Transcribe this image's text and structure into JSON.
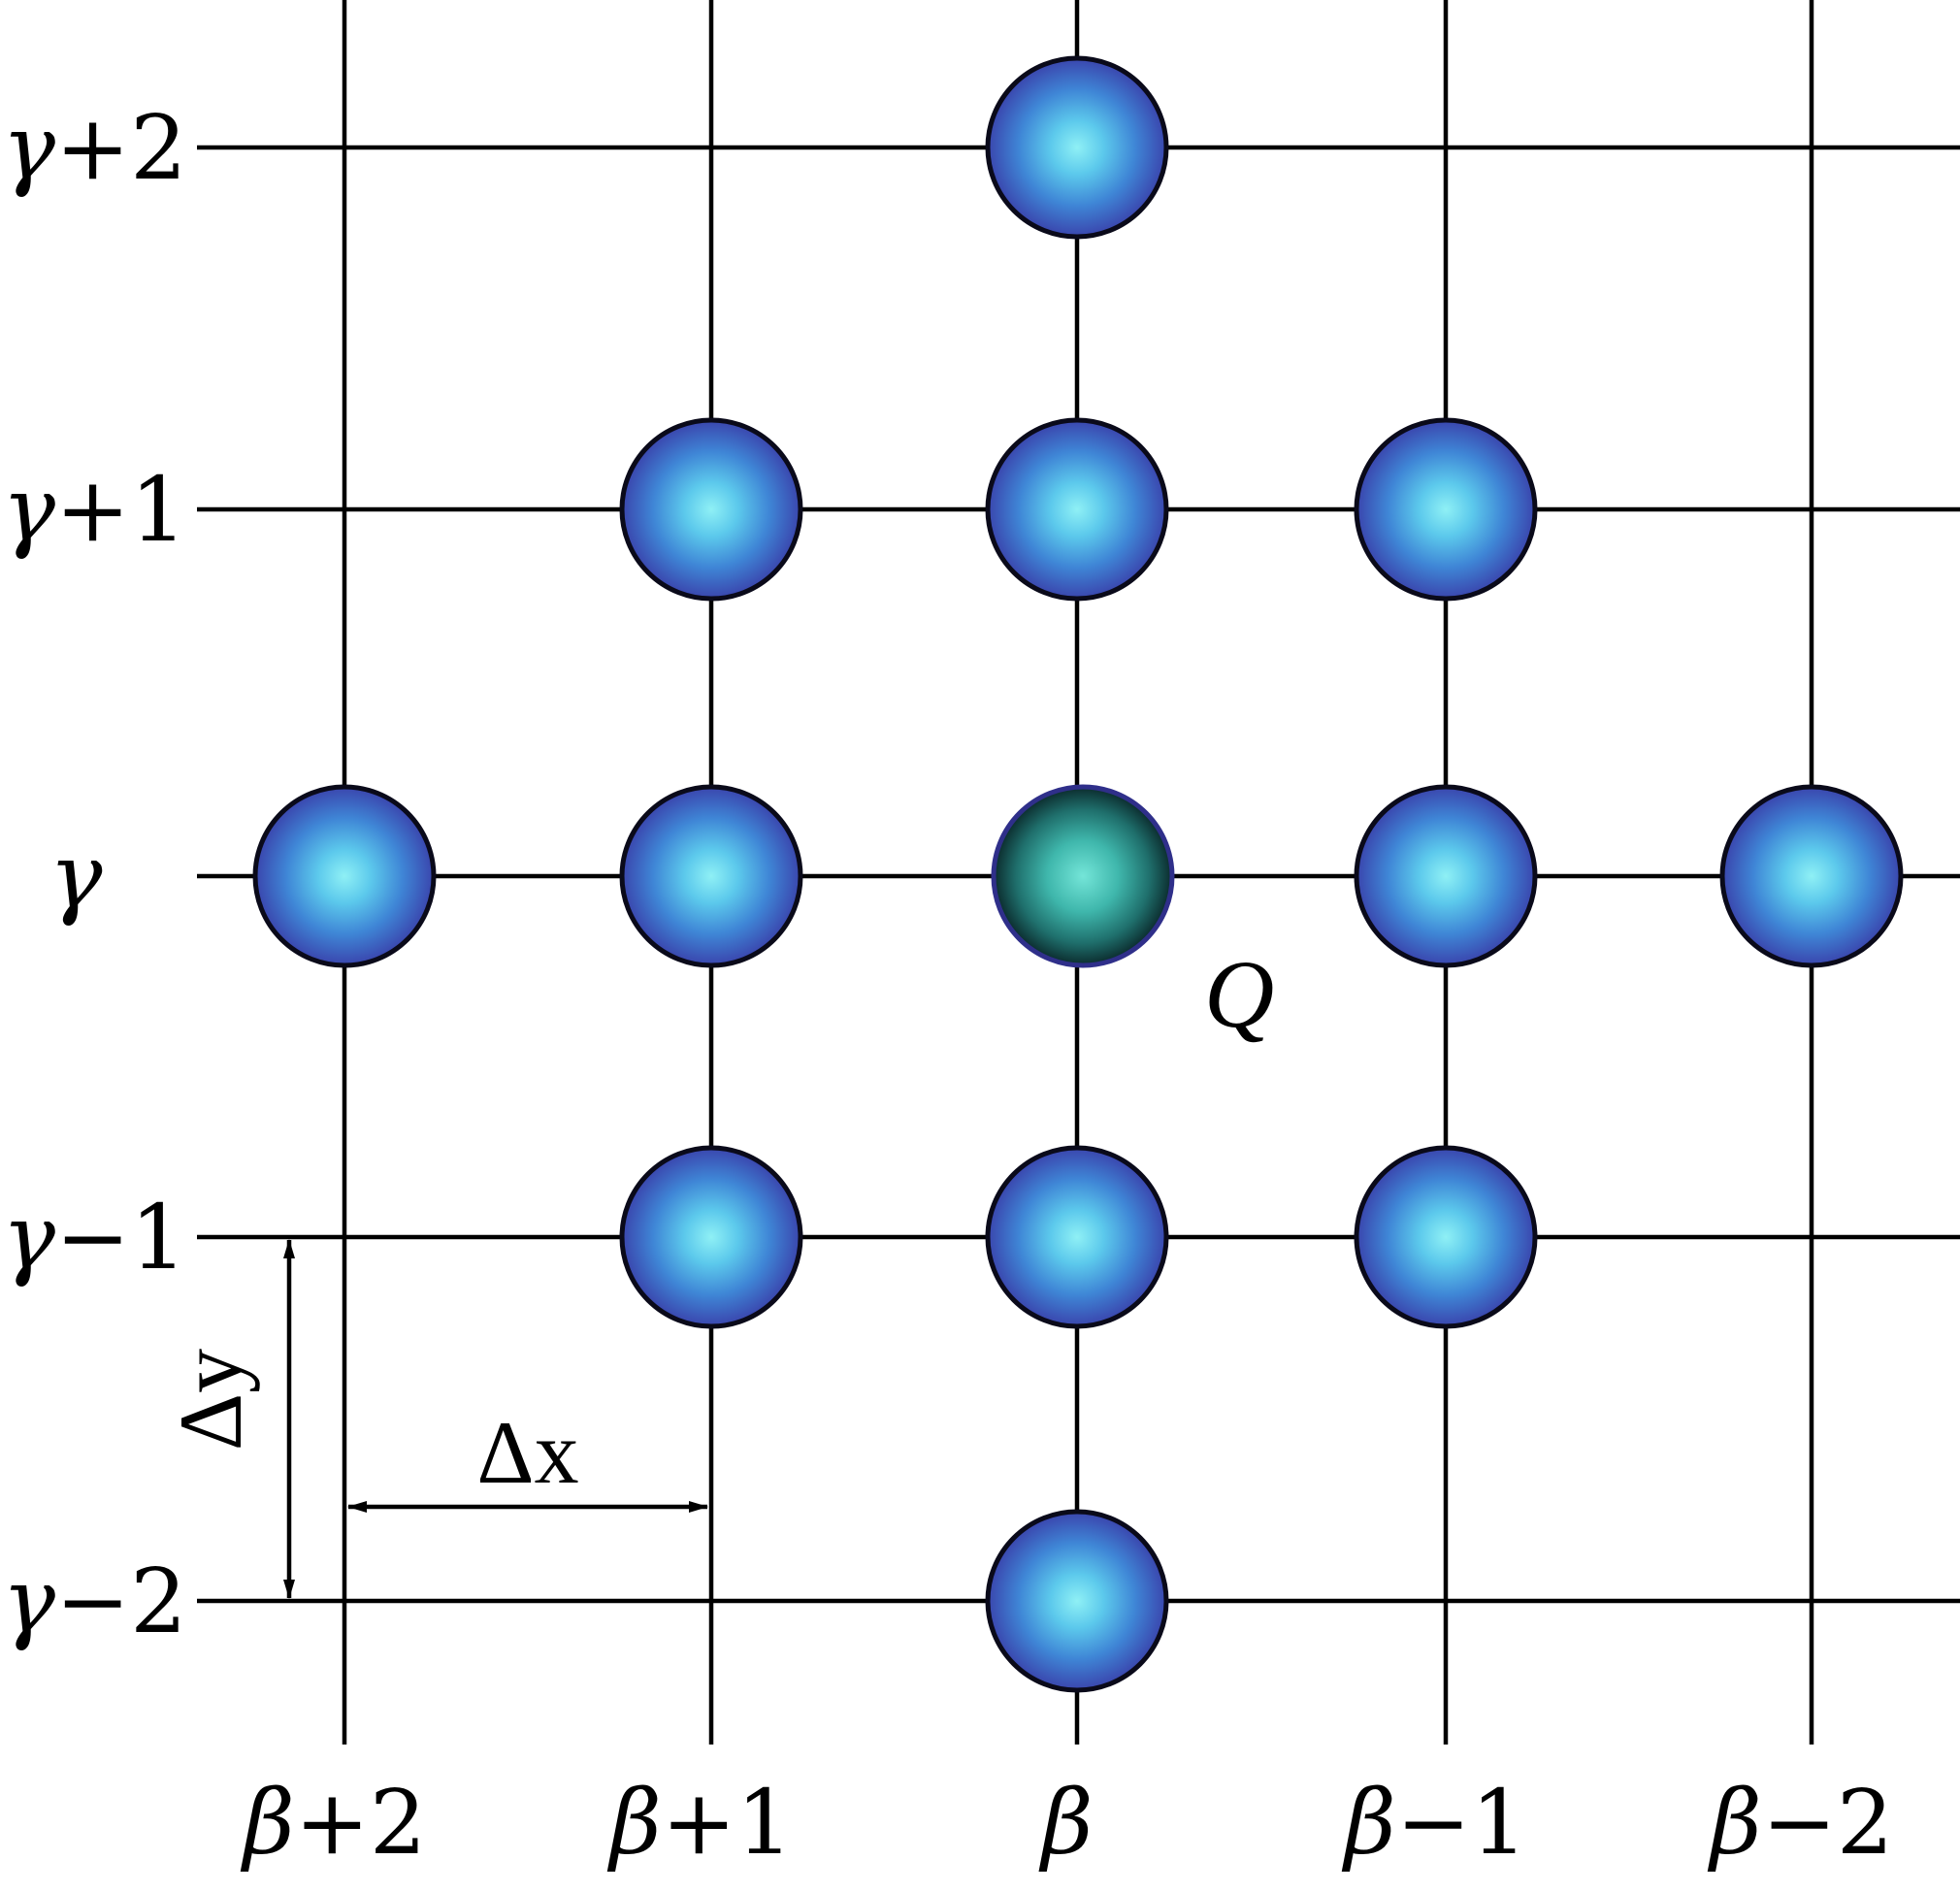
{
  "columns": [
    {
      "id": "b+2",
      "base": "β",
      "suffix": "+2"
    },
    {
      "id": "b+1",
      "base": "β",
      "suffix": "+1"
    },
    {
      "id": "b",
      "base": "β",
      "suffix": ""
    },
    {
      "id": "b-1",
      "base": "β",
      "suffix": "−1"
    },
    {
      "id": "b-2",
      "base": "β",
      "suffix": "−2"
    }
  ],
  "rows": [
    {
      "id": "g+2",
      "base": "γ",
      "suffix": "+2"
    },
    {
      "id": "g+1",
      "base": "γ",
      "suffix": "+1"
    },
    {
      "id": "g",
      "base": "γ",
      "suffix": ""
    },
    {
      "id": "g-1",
      "base": "γ",
      "suffix": "−1"
    },
    {
      "id": "g-2",
      "base": "γ",
      "suffix": "−2"
    }
  ],
  "nodes": [
    {
      "col": "b",
      "row": "g+2"
    },
    {
      "col": "b+1",
      "row": "g+1"
    },
    {
      "col": "b",
      "row": "g+1"
    },
    {
      "col": "b-1",
      "row": "g+1"
    },
    {
      "col": "b+2",
      "row": "g"
    },
    {
      "col": "b+1",
      "row": "g"
    },
    {
      "col": "b-1",
      "row": "g"
    },
    {
      "col": "b-2",
      "row": "g"
    },
    {
      "col": "b+1",
      "row": "g-1"
    },
    {
      "col": "b",
      "row": "g-1"
    },
    {
      "col": "b-1",
      "row": "g-1"
    },
    {
      "col": "b",
      "row": "g-2"
    }
  ],
  "center_node": {
    "col": "b",
    "row": "g",
    "label": "Q"
  },
  "dimensions": {
    "dx_label": "Δx",
    "dy_label": "Δy"
  },
  "colors": {
    "node_core": "#7fe6f0",
    "node_mid": "#3fa9e0",
    "node_edge": "#3b4fb8",
    "center_core": "#5ed9cc",
    "center_mid": "#2f9f9a",
    "center_edge": "#0e3b3e",
    "grid": "#000000"
  }
}
